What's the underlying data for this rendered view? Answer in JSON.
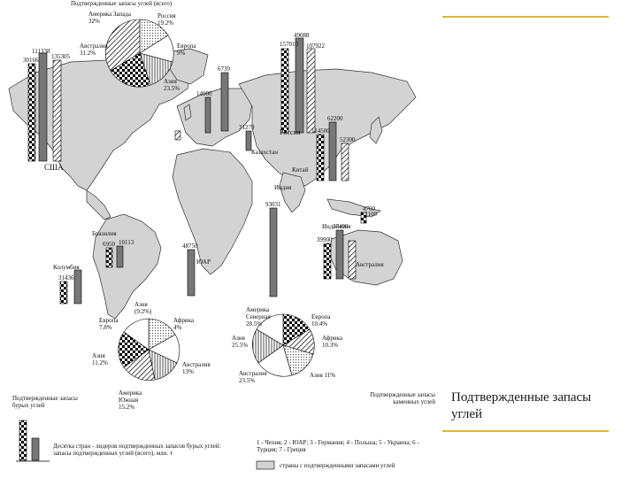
{
  "slide_title": "Подтвержденные запасы углей",
  "accent_color": "#e0b43a",
  "pie_top": {
    "title": "Подтвержденные запасы углей (всего)",
    "labels": [
      "Америка Запада 32%",
      "Россия 19.2%",
      "Европа 9%",
      "Австралия 31.2%",
      "Азия 23.5%"
    ]
  },
  "pie_bottom_left": {
    "title": "Подтвержденные запасы бурых углей",
    "labels": [
      "Азия (9.2%)",
      "Европа 7.8%",
      "Африка 4%",
      "Америка Южная 15.2%",
      "Австралия 13%",
      "Азия 11.2%"
    ]
  },
  "pie_bottom_right": {
    "title": "Подтвержденные запасы каменных углей",
    "labels": [
      "Америка Северная 28.5%",
      "Европа 10.4%",
      "Африка 10.3%",
      "Азия 25.5%",
      "Австралия 23.5%",
      "Азия 11%"
    ]
  },
  "country_labels": [
    "США",
    "Россия",
    "Казахстан",
    "Китай",
    "Индия",
    "Индонезия",
    "Бразилия",
    "ЮАР",
    "Австралия",
    "Колумбия"
  ],
  "bar_values": {
    "usa": [
      "111338",
      "30166",
      "135305"
    ],
    "russia": [
      "157010",
      "49088",
      "107922"
    ],
    "kazakhstan": [
      "31279"
    ],
    "china": [
      "114500",
      "62200",
      "52300"
    ],
    "india": [
      "93031"
    ],
    "south_africa": [
      "48750"
    ],
    "australia": [
      "39900",
      "37400",
      "2100"
    ],
    "brazil": [
      "6950",
      "10113"
    ],
    "colombia": [
      "31436"
    ],
    "europe": [
      "14000",
      "6739"
    ],
    "indonesia": [
      "4700"
    ]
  },
  "legend_note": "Десятка стран - лидеров подтвержденных запасов бурых углей: запасы подтвержденных углей (всего), млн. т",
  "legend_bottom": "1 - Чехия; 2 - ЮАР; 3 - Германия; 4 - Польша; 5 - Украина; 6 - Турция; 7 - Греция",
  "legend_swatch": "страны с подтвержденными запасами углей"
}
